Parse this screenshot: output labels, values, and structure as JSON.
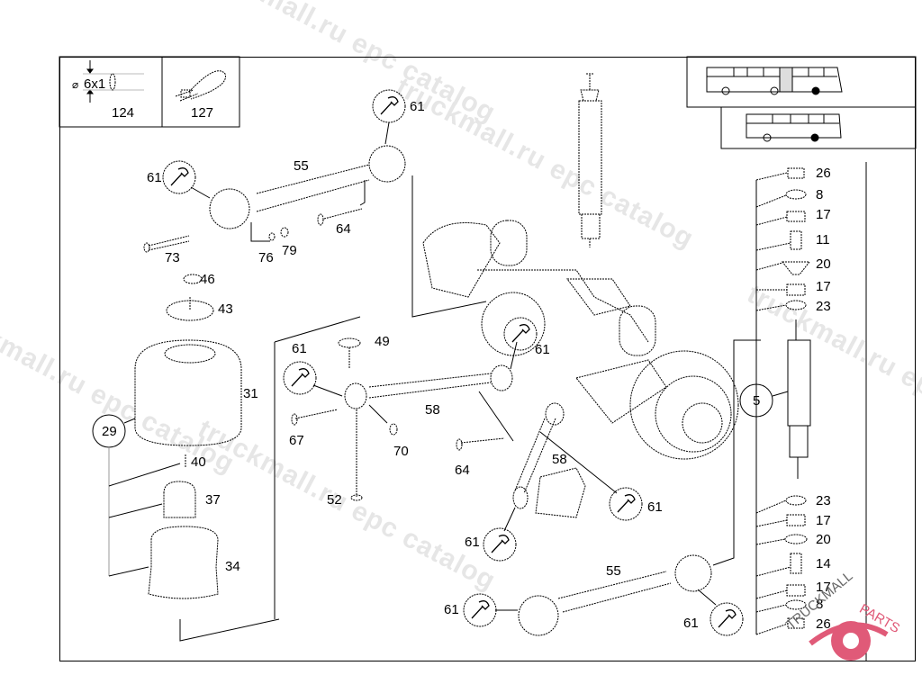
{
  "diagram": {
    "title": "Rear axle suspension exploded view",
    "legend_boxes": [
      {
        "id": "124",
        "spec": "6x1",
        "symbol": "⌀"
      },
      {
        "id": "127"
      }
    ],
    "vehicle_icons": [
      "articulated-bus-icon",
      "solo-bus-icon"
    ],
    "callouts": {
      "c61a": "61",
      "c61b": "61",
      "c61c": "61",
      "c61d": "61",
      "c61e": "61",
      "c61f": "61",
      "c61g": "61",
      "c61h": "61",
      "c55a": "55",
      "c55b": "55",
      "c64a": "64",
      "c64b": "64",
      "c73": "73",
      "c76": "76",
      "c79": "79",
      "c46": "46",
      "c43": "43",
      "c31": "31",
      "c29": "29",
      "c40": "40",
      "c37": "37",
      "c34": "34",
      "c49": "49",
      "c58a": "58",
      "c58b": "58",
      "c67": "67",
      "c70": "70",
      "c52": "52",
      "c5": "5",
      "r26a": "26",
      "r8a": "8",
      "r17a": "17",
      "r11": "11",
      "r20a": "20",
      "r17b": "17",
      "r23a": "23",
      "r23b": "23",
      "r17c": "17",
      "r20b": "20",
      "r14": "14",
      "r17d": "17",
      "r8b": "8",
      "r26b": "26"
    },
    "watermark": "truckmall.ru epc catalog",
    "logo": {
      "text1": "TRUCKMALL",
      "text2": "PARTS",
      "color": "#e05a78"
    }
  }
}
